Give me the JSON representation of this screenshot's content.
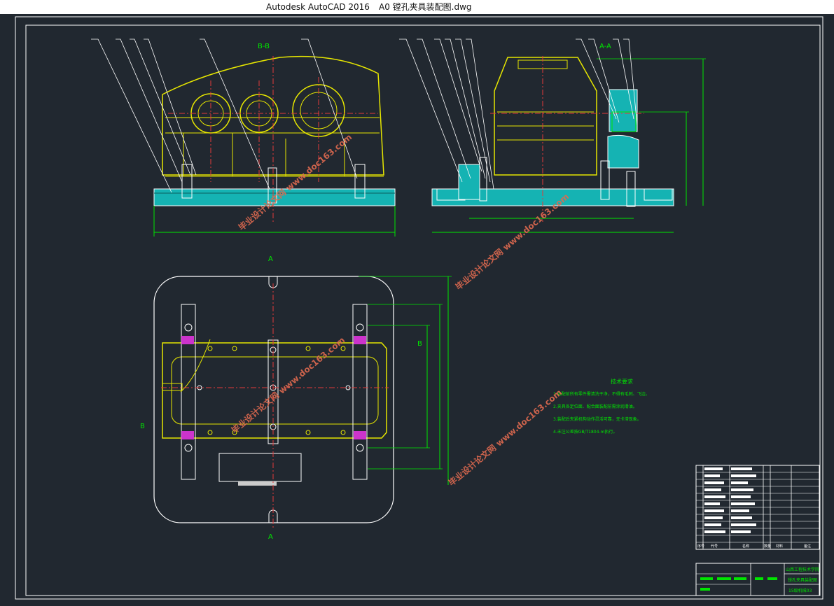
{
  "window": {
    "app_title": "Autodesk AutoCAD 2016",
    "file_name": "A0 镗孔夹具装配图.dwg"
  },
  "drawing": {
    "view_labels": {
      "section_bb": "B-B",
      "section_aa": "A-A",
      "cut_a_top": "A",
      "cut_a_bottom": "A",
      "cut_b_left": "B",
      "cut_b_right": "B"
    },
    "tech_requirements": {
      "title": "技术要求",
      "lines": [
        "1.装配前所有零件需清洗干净，不得有毛刺、飞边。",
        "2.夹具各定位面、配合面装配前需涂润滑油。",
        "3.装配后夹紧机构动作灵活可靠，无卡滞现象。",
        "4.未注公差按GB/T1804-m执行。"
      ]
    },
    "watermark": "毕业设计论文网 www.doc163.com",
    "title_block": {
      "school": "山西工程技术学院",
      "drawing_name": "镗孔夹具装配图",
      "class_code": "15级机械03",
      "col_headers": [
        "序号",
        "代号",
        "名称",
        "数量",
        "材料",
        "备注"
      ]
    }
  },
  "colors": {
    "background": "#212830",
    "frame": "#ffffff",
    "part_outline": "#e6e600",
    "cyan_fill": "#15b3b3",
    "green_dim": "#00e600",
    "red_center": "#e23a3a",
    "magenta": "#cc33cc",
    "watermark": "#e06a50"
  }
}
